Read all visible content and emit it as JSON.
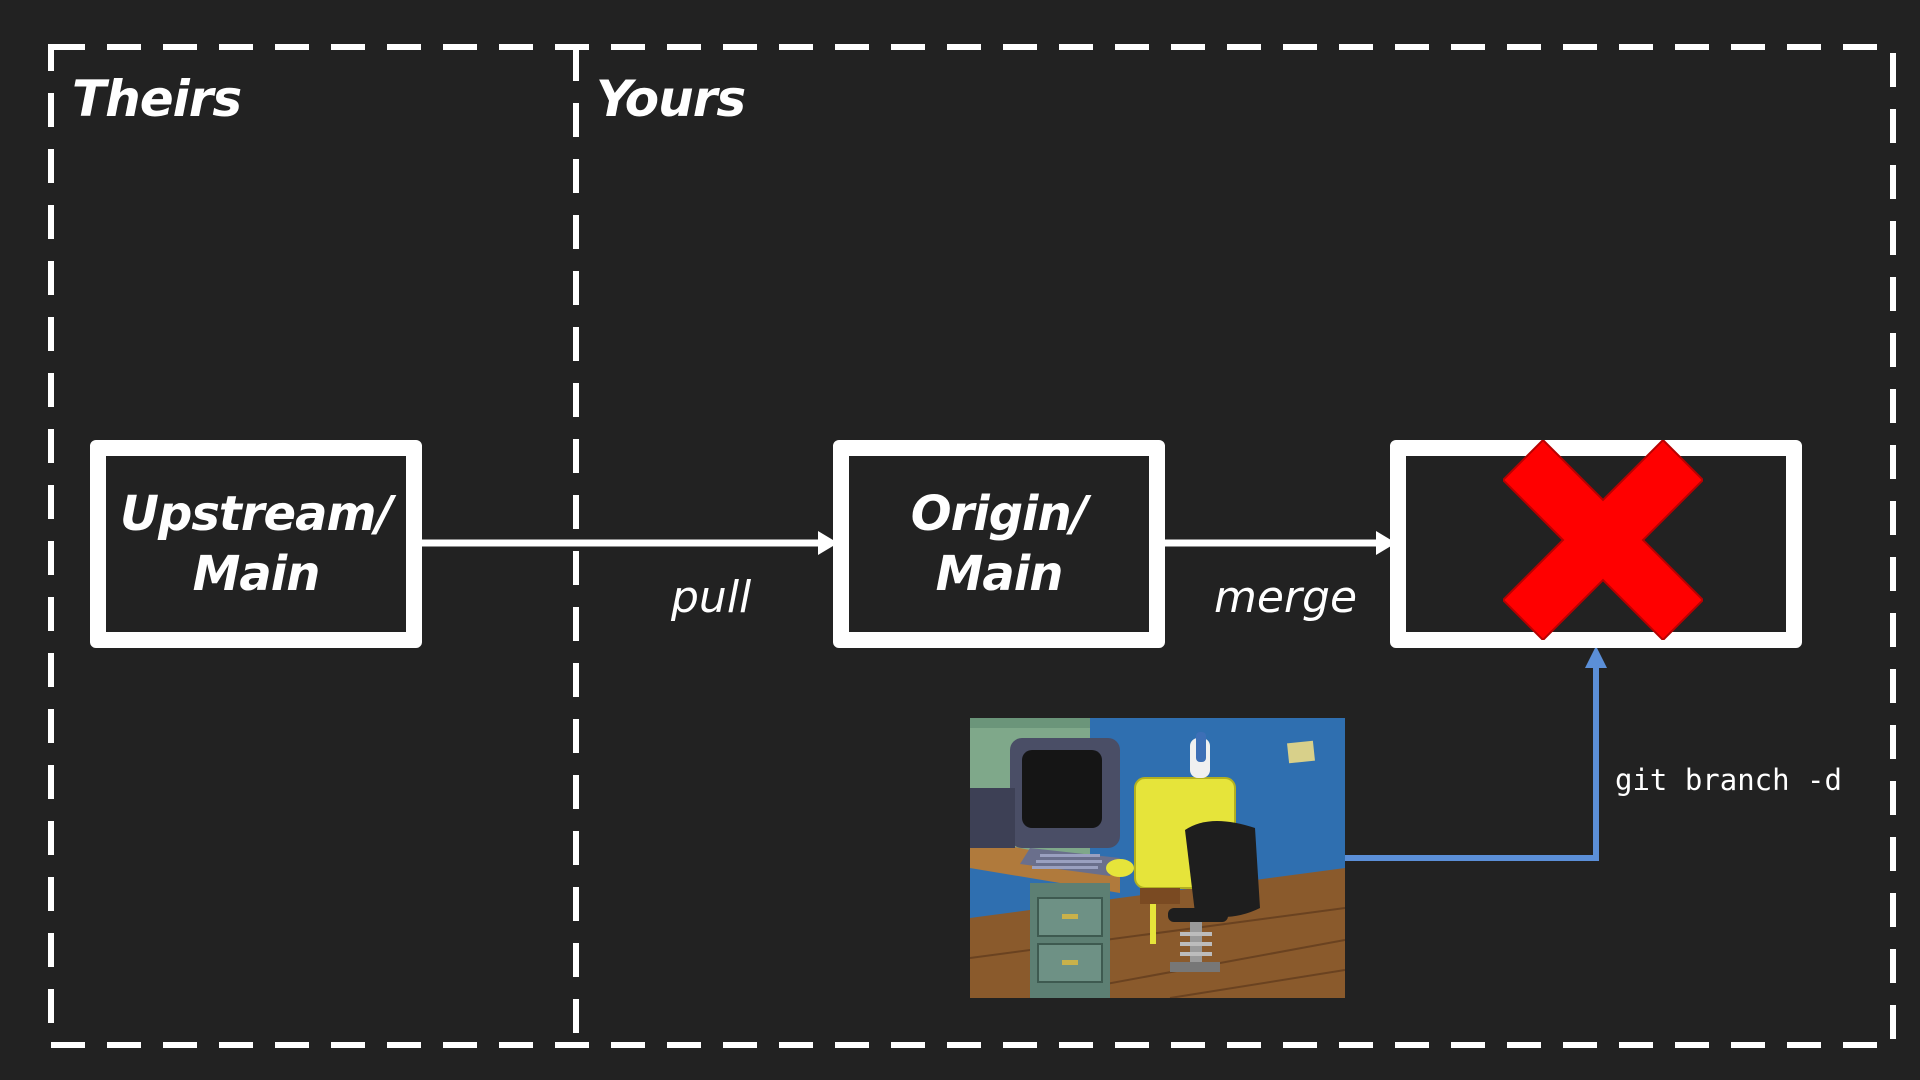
{
  "regions": {
    "theirs": {
      "title": "Theirs"
    },
    "yours": {
      "title": "Yours"
    }
  },
  "nodes": {
    "upstream": {
      "line1": "Upstream/",
      "line2": "Main"
    },
    "origin": {
      "line1": "Origin/",
      "line2": "Main"
    },
    "deleted_branch": {
      "line1": "",
      "line2": ""
    }
  },
  "edges": {
    "pull": {
      "label": "pull"
    },
    "merge": {
      "label": "merge"
    },
    "delete": {
      "label": "git branch -d"
    }
  },
  "colors": {
    "background": "#222222",
    "foreground": "#ffffff",
    "delete_arrow": "#5b8fd8",
    "cross": "#ff0000"
  },
  "icons": {
    "cross": "red-x-cross-icon",
    "meme": "cartoon-typing-at-computer-illustration"
  }
}
